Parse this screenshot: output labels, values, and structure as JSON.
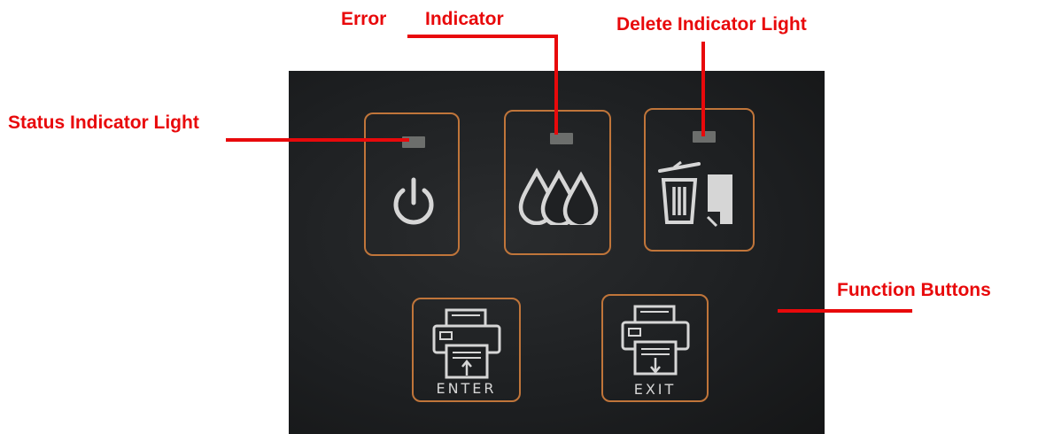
{
  "callouts": {
    "error_word": "Error",
    "indicator_word": "Indicator",
    "delete_light": "Delete Indicator Light",
    "status_light": "Status Indicator Light",
    "function_buttons": "Function Buttons"
  },
  "buttons": {
    "enter_caption": "ENTER",
    "exit_caption": "EXIT"
  },
  "colors": {
    "callout_red": "#e8090b",
    "button_border": "#c0753a",
    "panel": "#1d1f21",
    "icon": "#d6d6d6"
  },
  "icons": {
    "status": "power-icon",
    "error": "ink-drops-icon",
    "delete": "trash-paper-icon",
    "enter": "printer-up-icon",
    "exit": "printer-down-icon"
  }
}
